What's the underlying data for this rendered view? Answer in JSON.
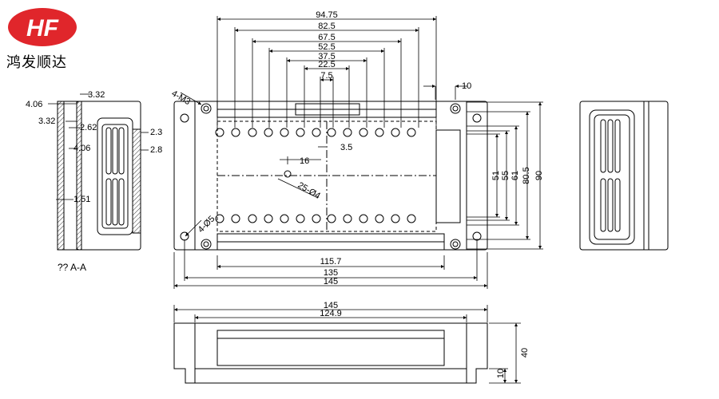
{
  "brand": {
    "logo_text": "HF",
    "name": "鸿发顺达",
    "logo_color": "#e0262b"
  },
  "front_view": {
    "widths": [
      "94.75",
      "82.5",
      "67.5",
      "52.5",
      "37.5",
      "22.5",
      "7.5"
    ],
    "top_right": "10",
    "right_heights": [
      "51",
      "55",
      "61",
      "80.5",
      "90"
    ],
    "labels": {
      "holes_m3": "4-M3",
      "holes_d5": "4-Ø5",
      "pins": "25-Ø4",
      "pitch": "16",
      "offset": "3.5"
    },
    "bottom_widths": [
      "115.7",
      "135",
      "145"
    ]
  },
  "section_view": {
    "dims": [
      "4.06",
      "3.32",
      "3.32",
      "2.62",
      "2.3",
      "4.06",
      "2.8",
      "1.51"
    ],
    "caption": "?? A-A"
  },
  "bottom_view": {
    "widths": [
      "145",
      "124.9"
    ],
    "heights": [
      "40",
      "10"
    ]
  }
}
